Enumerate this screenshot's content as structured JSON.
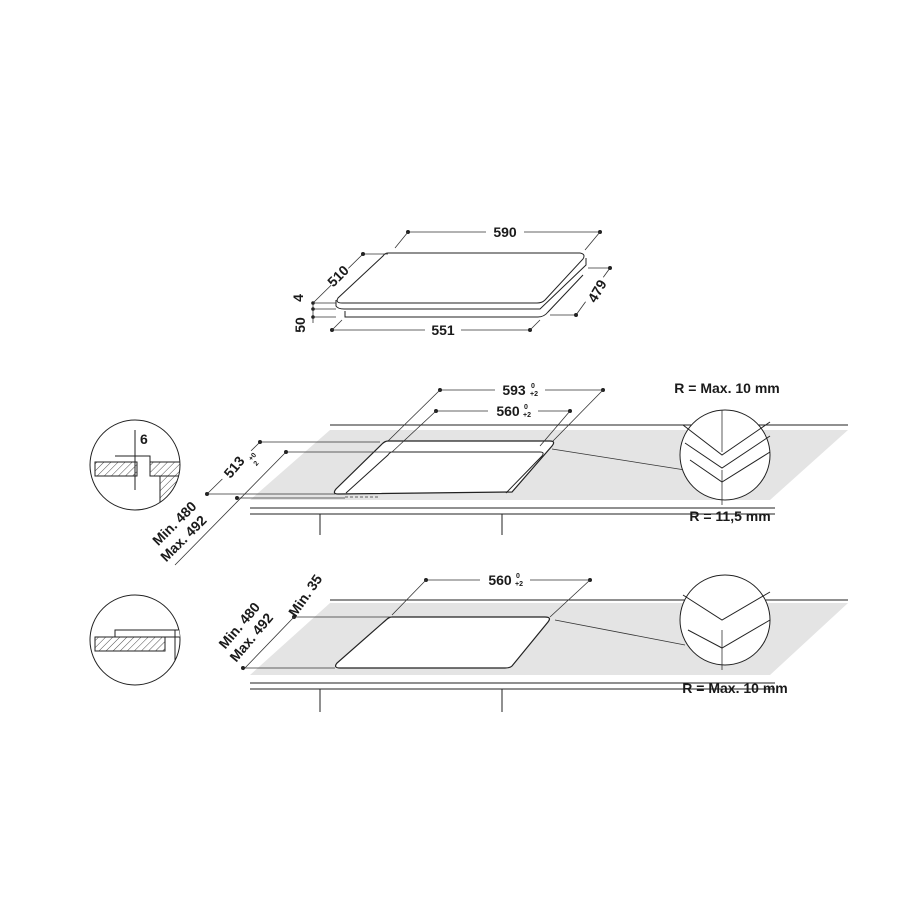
{
  "hob": {
    "width": "590",
    "depth": "510",
    "glass_thickness": "4",
    "body_height": "50",
    "body_width": "551",
    "body_depth": "479"
  },
  "flush_mount": {
    "outer_width": "593",
    "outer_width_tol_upper": "0",
    "outer_width_tol_lower": "+2",
    "inner_width": "560",
    "inner_width_tol_upper": "0",
    "inner_width_tol_lower": "+2",
    "outer_depth": "513",
    "outer_depth_tol_upper": "+0",
    "outer_depth_tol_lower": "2",
    "recess_depth": "6",
    "worktop_min": "Min. 480",
    "worktop_max": "Max. 492",
    "corner_outer": "R = Max. 10 mm",
    "corner_inner": "R = 11,5 mm"
  },
  "standard_mount": {
    "cutout_width": "560",
    "cutout_width_tol_upper": "0",
    "cutout_width_tol_lower": "+2",
    "front_min": "Min. 35",
    "worktop_min": "Min. 480",
    "worktop_max": "Max. 492",
    "corner": "R = Max. 10 mm"
  }
}
